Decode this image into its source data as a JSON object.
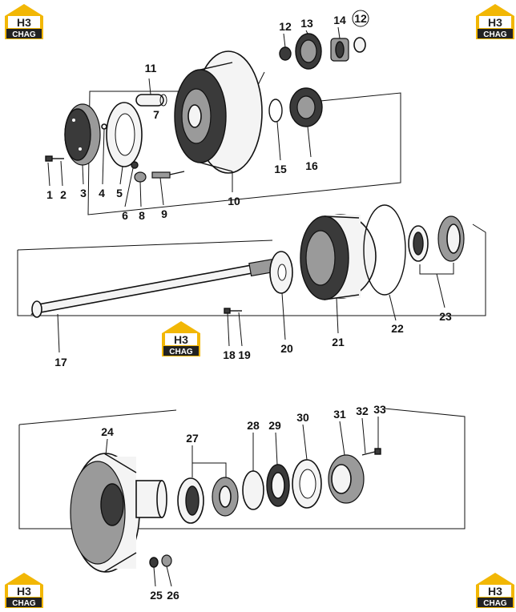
{
  "brand": {
    "logo_top": "H3",
    "logo_bottom": "CHAG",
    "color_yellow": "#f2b705",
    "color_dark": "#222222"
  },
  "labels": {
    "l1": "1",
    "l2": "2",
    "l3": "3",
    "l4": "4",
    "l5": "5",
    "l6": "6",
    "l7": "7",
    "l8": "8",
    "l9": "9",
    "l10": "10",
    "l11": "11",
    "l12a": "12",
    "l12b": "12",
    "l13": "13",
    "l14": "14",
    "l15": "15",
    "l16": "16",
    "l17": "17",
    "l18": "18",
    "l19": "19",
    "l20": "20",
    "l21": "21",
    "l22": "22",
    "l23": "23",
    "l24": "24",
    "l25": "25",
    "l26": "26",
    "l27": "27",
    "l28": "28",
    "l29": "29",
    "l30": "30",
    "l31": "31",
    "l32": "32",
    "l33": "33"
  }
}
